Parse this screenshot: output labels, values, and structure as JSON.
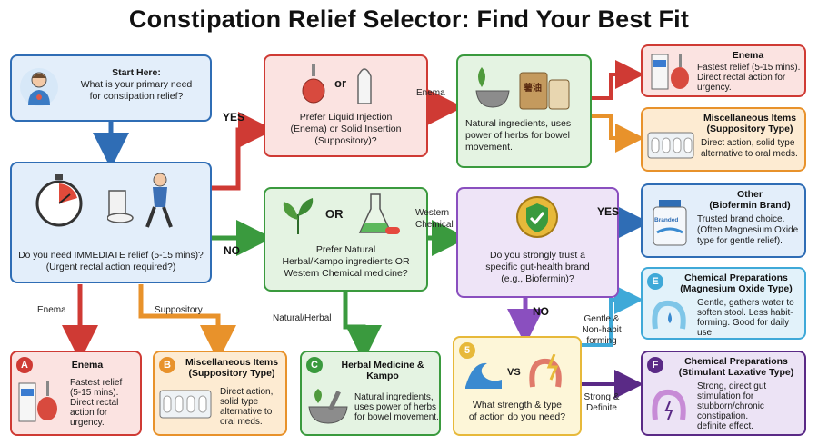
{
  "title": "Constipation Relief Selector: Find Your Best Fit",
  "start": {
    "heading": "Start Here:",
    "line1": "What is your primary need",
    "line2": "for constipation relief?"
  },
  "q1": {
    "line1": "Do you need IMMEDIATE relief (5-15 mins)?",
    "line2": "(Urgent rectal action required?)"
  },
  "q2": {
    "or": "or",
    "line1": "Prefer Liquid Injection",
    "line2": "(Enema) or Solid Insertion",
    "line3": "(Suppository)?"
  },
  "q3": {
    "or": "OR",
    "line1": "Prefer Natural",
    "line2": "Herbal/Kampo ingredients OR",
    "line3": "Western Chemical medicine?"
  },
  "herbal_mid": {
    "jar_label": "薯油",
    "line1": "Natural ingredients, uses",
    "line2": "power of herbs for bowel",
    "line3": "movement."
  },
  "q4": {
    "line1": "Do you strongly trust a",
    "line2": "specific gut-health brand",
    "line3": "(e.g., Biofermin)?"
  },
  "q5": {
    "badge": "5",
    "vs": "VS",
    "line1": "What strength & type",
    "line2": "of action do you need?"
  },
  "labels": {
    "yes1": "YES",
    "no1": "NO",
    "enema_arrow": "Enema",
    "western_arrow1": "Western",
    "western_arrow2": "Chemical",
    "yes2": "YES",
    "no2": "NO",
    "enema_down": "Enema",
    "suppository_down": "Suppository",
    "natural_down": "Natural/Herbal",
    "gentle1": "Gentle &",
    "gentle2": "Non-habit",
    "gentle3": "forming",
    "strong1": "Strong &",
    "strong2": "Definite"
  },
  "right_enema": {
    "title": "Enema",
    "line1": "Fastest relief (5-15 mins).",
    "line2": "Direct rectal action for",
    "line3": "urgency."
  },
  "right_supp": {
    "title1": "Miscellaneous Items",
    "title2": "(Suppository Type)",
    "line1": "Direct action, solid type",
    "line2": "alternative to oral meds."
  },
  "right_other": {
    "title1": "Other",
    "title2": "(Biofermin Brand)",
    "bottle_label": "Branded",
    "line1": "Trusted brand choice.",
    "line2": "(Often Magnesium Oxide",
    "line3": "type for gentle relief)."
  },
  "right_e": {
    "badge": "E",
    "title1": "Chemical Preparations",
    "title2": "(Magnesium Oxide Type)",
    "line1": "Gentle, gathers water to",
    "line2": "soften stool. Less habit-",
    "line3": "forming. Good for daily",
    "line4": "use."
  },
  "right_f": {
    "badge": "F",
    "title1": "Chemical Preparations",
    "title2": "(Stimulant Laxative Type)",
    "line1": "Strong, direct gut",
    "line2": "stimulation for",
    "line3": "stubborn/chronic",
    "line4": "constipation.",
    "line5": "definite effect."
  },
  "bottom_a": {
    "badge": "A",
    "title": "Enema",
    "line1": "Fastest relief",
    "line2": "(5-15 mins).",
    "line3": "Direct rectal",
    "line4": "action for",
    "line5": "urgency."
  },
  "bottom_b": {
    "badge": "B",
    "title1": "Miscellaneous Items",
    "title2": "(Suppository Type)",
    "line1": "Direct action,",
    "line2": "solid type",
    "line3": "alternative to",
    "line4": "oral meds."
  },
  "bottom_c": {
    "badge": "C",
    "title1": "Herbal Medicine &",
    "title2": "Kampo",
    "line1": "Natural ingredients,",
    "line2": "uses power of herbs",
    "line3": "for bowel movement."
  },
  "colors": {
    "blue": "#2f6db5",
    "red": "#cf3a34",
    "orange": "#e8922b",
    "green": "#3a9a3e",
    "purple": "#8a4fbf",
    "darkpurple": "#5a2a86",
    "lightblue": "#3fa9d8"
  }
}
